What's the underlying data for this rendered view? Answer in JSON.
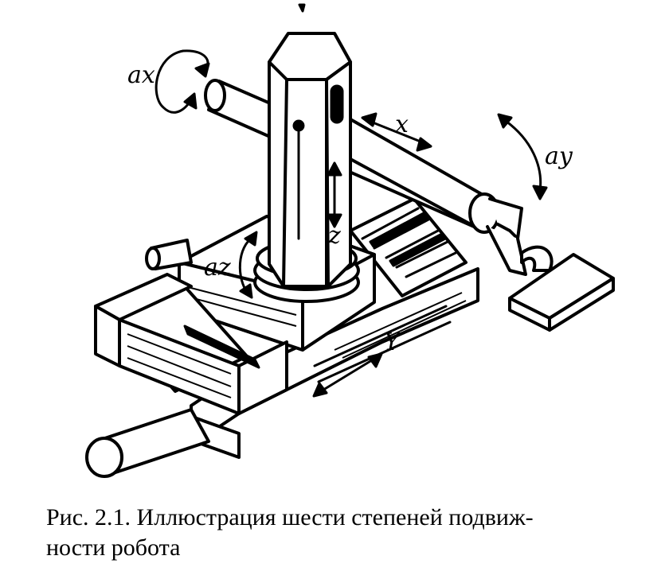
{
  "labels": {
    "ax": "ax",
    "ay": "ay",
    "az": "az",
    "x": "x",
    "y": "Y",
    "z": "z"
  },
  "caption": {
    "line1": "Рис. 2.1. Иллюстрация шести степеней подвиж-",
    "line2": "ности робота"
  }
}
